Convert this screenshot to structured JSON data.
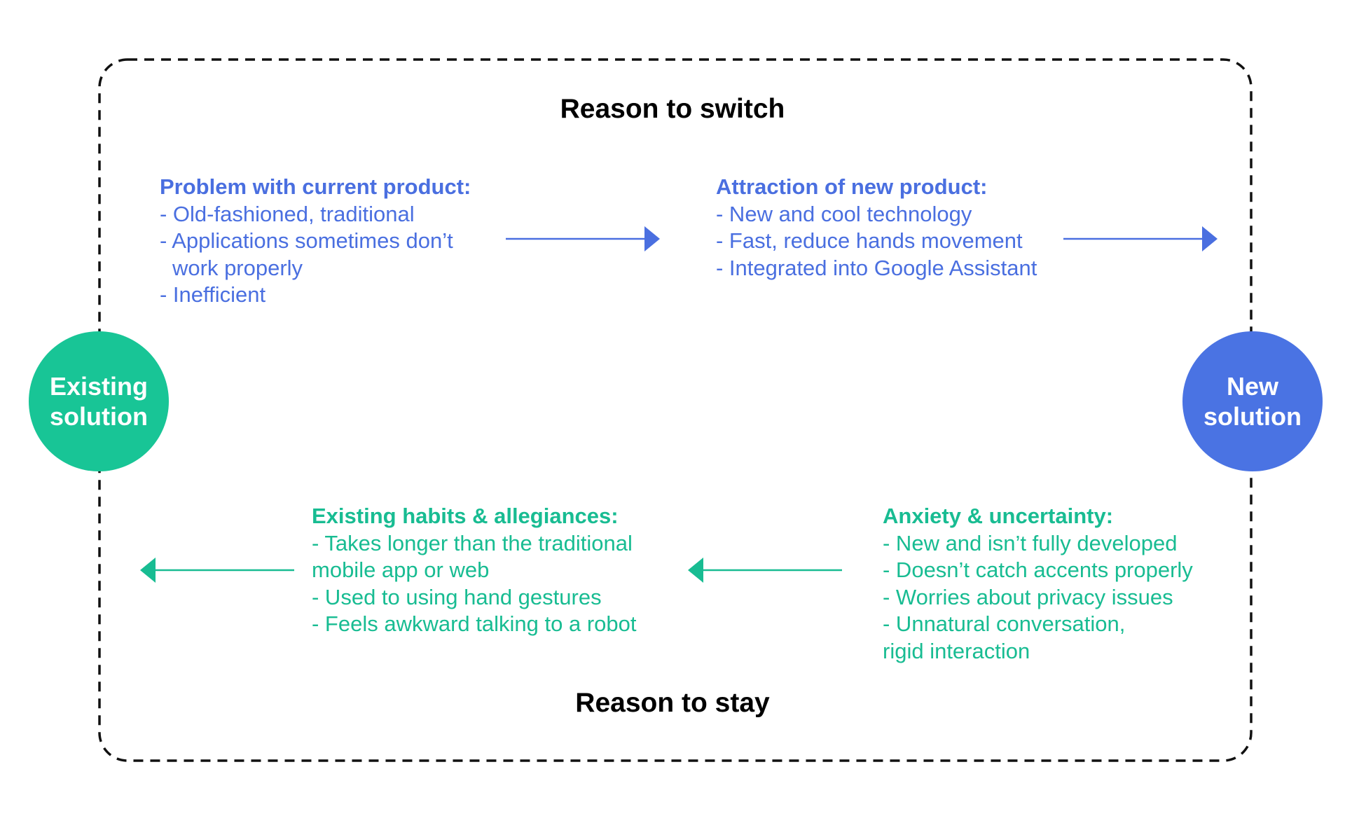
{
  "title_top": "Reason to switch",
  "title_bottom": "Reason to stay",
  "colors": {
    "blue_text": "#4a6fe0",
    "green_text": "#18bc92",
    "existing_circle": "#18c596",
    "new_circle": "#4a73e3",
    "frame": "#111111"
  },
  "nodes": {
    "existing": {
      "lines": [
        "Existing",
        "solution"
      ]
    },
    "new": {
      "lines": [
        "New",
        "solution"
      ]
    }
  },
  "switch_forces": {
    "problem": {
      "title": "Problem with current product:",
      "items": [
        "- Old-fashioned, traditional",
        "- Applications sometimes don’t",
        "work properly",
        "- Inefficient"
      ]
    },
    "attraction": {
      "title": "Attraction of new product:",
      "items": [
        "- New and cool technology",
        "- Fast, reduce hands movement",
        "- Integrated into Google Assistant"
      ]
    }
  },
  "stay_forces": {
    "habits": {
      "title": "Existing habits & allegiances:",
      "items": [
        "- Takes longer than the traditional",
        "mobile app or web",
        "- Used to using hand gestures",
        "- Feels awkward talking to a robot"
      ]
    },
    "anxiety": {
      "title": "Anxiety & uncertainty:",
      "items": [
        "- New and isn’t fully developed",
        "- Doesn’t catch accents properly",
        "- Worries about privacy issues",
        "- Unnatural conversation,",
        "rigid interaction"
      ]
    }
  }
}
